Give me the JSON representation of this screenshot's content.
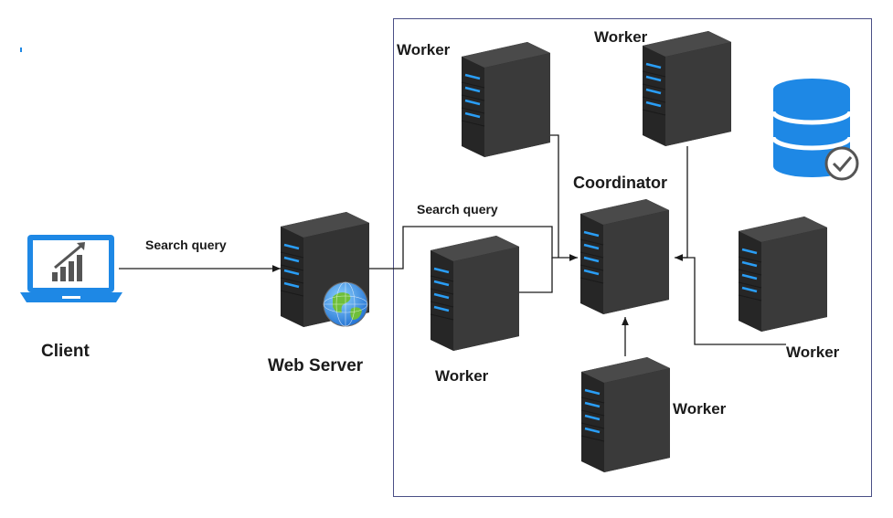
{
  "client": {
    "label": "Client"
  },
  "web_server": {
    "label": "Web Server"
  },
  "workers": [
    {
      "label": "Worker"
    },
    {
      "label": "Worker"
    },
    {
      "label": "Worker"
    },
    {
      "label": "Worker"
    },
    {
      "label": "Worker"
    }
  ],
  "coordinator": {
    "label": "Coordinator"
  },
  "edges": {
    "client_to_web": "Search query",
    "web_to_cluster": "Search query"
  },
  "icons": {
    "client": "laptop-chart-icon",
    "web_server": "server-globe-icon",
    "worker": "server-tower-icon",
    "coordinator": "server-tower-icon",
    "database": "database-check-icon"
  },
  "colors": {
    "laptop": "#1e88e5",
    "server_body": "#3a3a3a",
    "server_led": "#2a9df4",
    "database": "#1e88e5",
    "cluster_border": "#4a4f86",
    "arrow": "#1a1a1a"
  }
}
